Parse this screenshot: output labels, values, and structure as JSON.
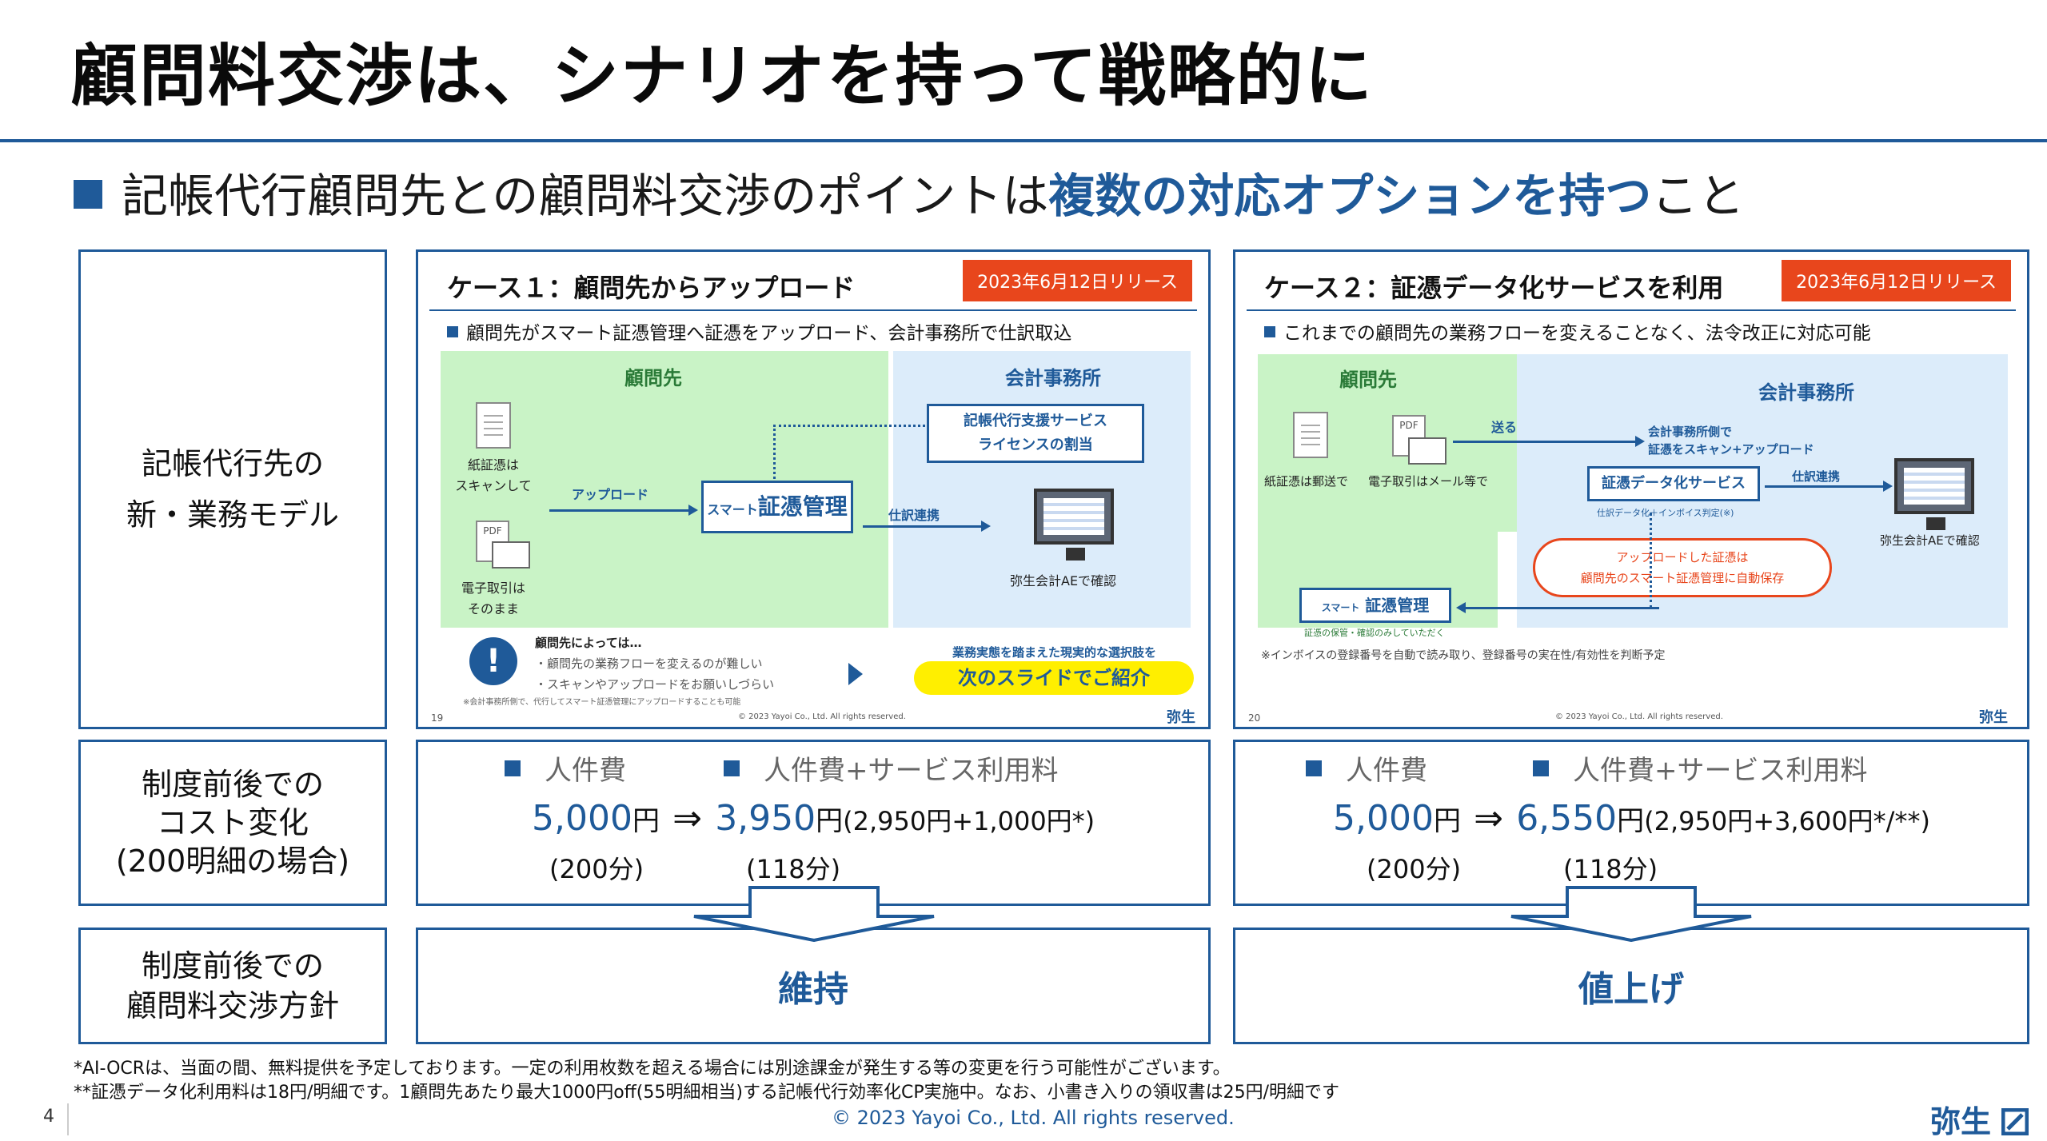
{
  "title": "顧問料交渉は、シナリオを持って戦略的に",
  "subtitle": {
    "prefix": "記帳代行顧問先との顧問料交渉のポイントは",
    "highlight": "複数の対応オプションを持つ",
    "suffix": "こと"
  },
  "row_labels": {
    "model_line1": "記帳代行先の",
    "model_line2": "新・業務モデル",
    "cost_line1": "制度前後での",
    "cost_line2": "コスト変化",
    "cost_line3": "(200明細の場合)",
    "policy_line1": "制度前後での",
    "policy_line2": "顧問料交渉方針"
  },
  "case1": {
    "title": "ケース１：顧問先からアップロード",
    "release": "2023年6月12日リリース",
    "desc": "顧問先がスマート証憑管理へ証憑をアップロード、会計事務所で仕訳取込",
    "client_heading": "顧問先",
    "office_heading": "会計事務所",
    "paper_line1": "紙証憑は",
    "paper_line2": "スキャンして",
    "e_line1": "電子取引は",
    "e_line2": "そのまま",
    "upload_label": "アップロード",
    "service_prefix": "スマート",
    "service_name": "証憑管理",
    "license_line1": "記帳代行支援サービス",
    "license_line2": "ライセンスの割当",
    "journal_label": "仕訳連携",
    "ae_confirm": "弥生会計AEで確認",
    "note_heading": "顧問先によっては…",
    "note_item1": "・顧問先の業務フローを変えるのが難しい",
    "note_item2": "・スキャンやアップロードをお願いしづらい",
    "note_footer": "※会計事務所側で、代行してスマート証憑管理にアップロードすることも可能",
    "cta_small": "業務実態を踏まえた現実的な選択肢を",
    "cta_main": "次のスライドでご紹介",
    "page": "19",
    "copyright": "© 2023 Yayoi Co., Ltd.  All rights reserved.",
    "logo": "弥生"
  },
  "case2": {
    "title": "ケース２：証憑データ化サービスを利用",
    "release": "2023年6月12日リリース",
    "desc": "これまでの顧問先の業務フローを変えることなく、法令改正に対応可能",
    "client_heading": "顧問先",
    "office_heading": "会計事務所",
    "send_label": "送る",
    "paper_note": "紙証憑は郵送で",
    "e_note": "電子取引はメール等で",
    "office_upload_line1": "会計事務所側で",
    "office_upload_line2": "証憑をスキャン+アップロード",
    "service_name": "証憑データ化サービス",
    "service_detail": "仕訳データ化＋インボイス判定(※)",
    "journal_label": "仕訳連携",
    "ae_confirm": "弥生会計AEで確認",
    "auto_line1": "アップロードした証憑は",
    "auto_line2": "顧問先のスマート証憑管理に自動保存",
    "smart_prefix": "スマート",
    "smart_name": "証憑管理",
    "smart_note": "証憑の保管・確認のみしていただく",
    "footer_note": "※インボイスの登録番号を自動で読み取り、登録番号の実在性/有効性を判断予定",
    "page": "20",
    "copyright": "© 2023 Yayoi Co., Ltd.  All rights reserved.",
    "logo": "弥生"
  },
  "cost1": {
    "label_a": "人件費",
    "label_b": "人件費+サービス利用料",
    "before": "5,000",
    "yen": "円",
    "arrow": "⇒",
    "after": "3,950",
    "detail": "(2,950円+1,000円*)",
    "before_sub": "(200分)",
    "after_sub": "(118分)"
  },
  "cost2": {
    "label_a": "人件費",
    "label_b": "人件費+サービス利用料",
    "before": "5,000",
    "yen": "円",
    "arrow": "⇒",
    "after": "6,550",
    "detail": "(2,950円+3,600円*/**)",
    "before_sub": "(200分)",
    "after_sub": "(118分)"
  },
  "policy1": "維持",
  "policy2": "値上げ",
  "footnotes": {
    "note1": "*AI-OCRは、当面の間、無料提供を予定しております。一定の利用枚数を超える場合には別途課金が発生する等の変更を行う可能性がございます。",
    "note2": "**証憑データ化利用料は18円/明細です。1顧問先あたり最大1000円off(55明細相当)する記帳代行効率化CP実施中。なお、小書き入りの領収書は25円/明細です"
  },
  "footer": {
    "page": "4",
    "copyright": "© 2023 Yayoi Co., Ltd.  All rights reserved.",
    "logo": "弥生"
  },
  "colors": {
    "brand_blue": "#1f5a99",
    "release_red": "#e8461c",
    "client_green": "#c9f3c6",
    "office_blue": "#dcecfa",
    "cta_yellow": "#ffef00"
  }
}
